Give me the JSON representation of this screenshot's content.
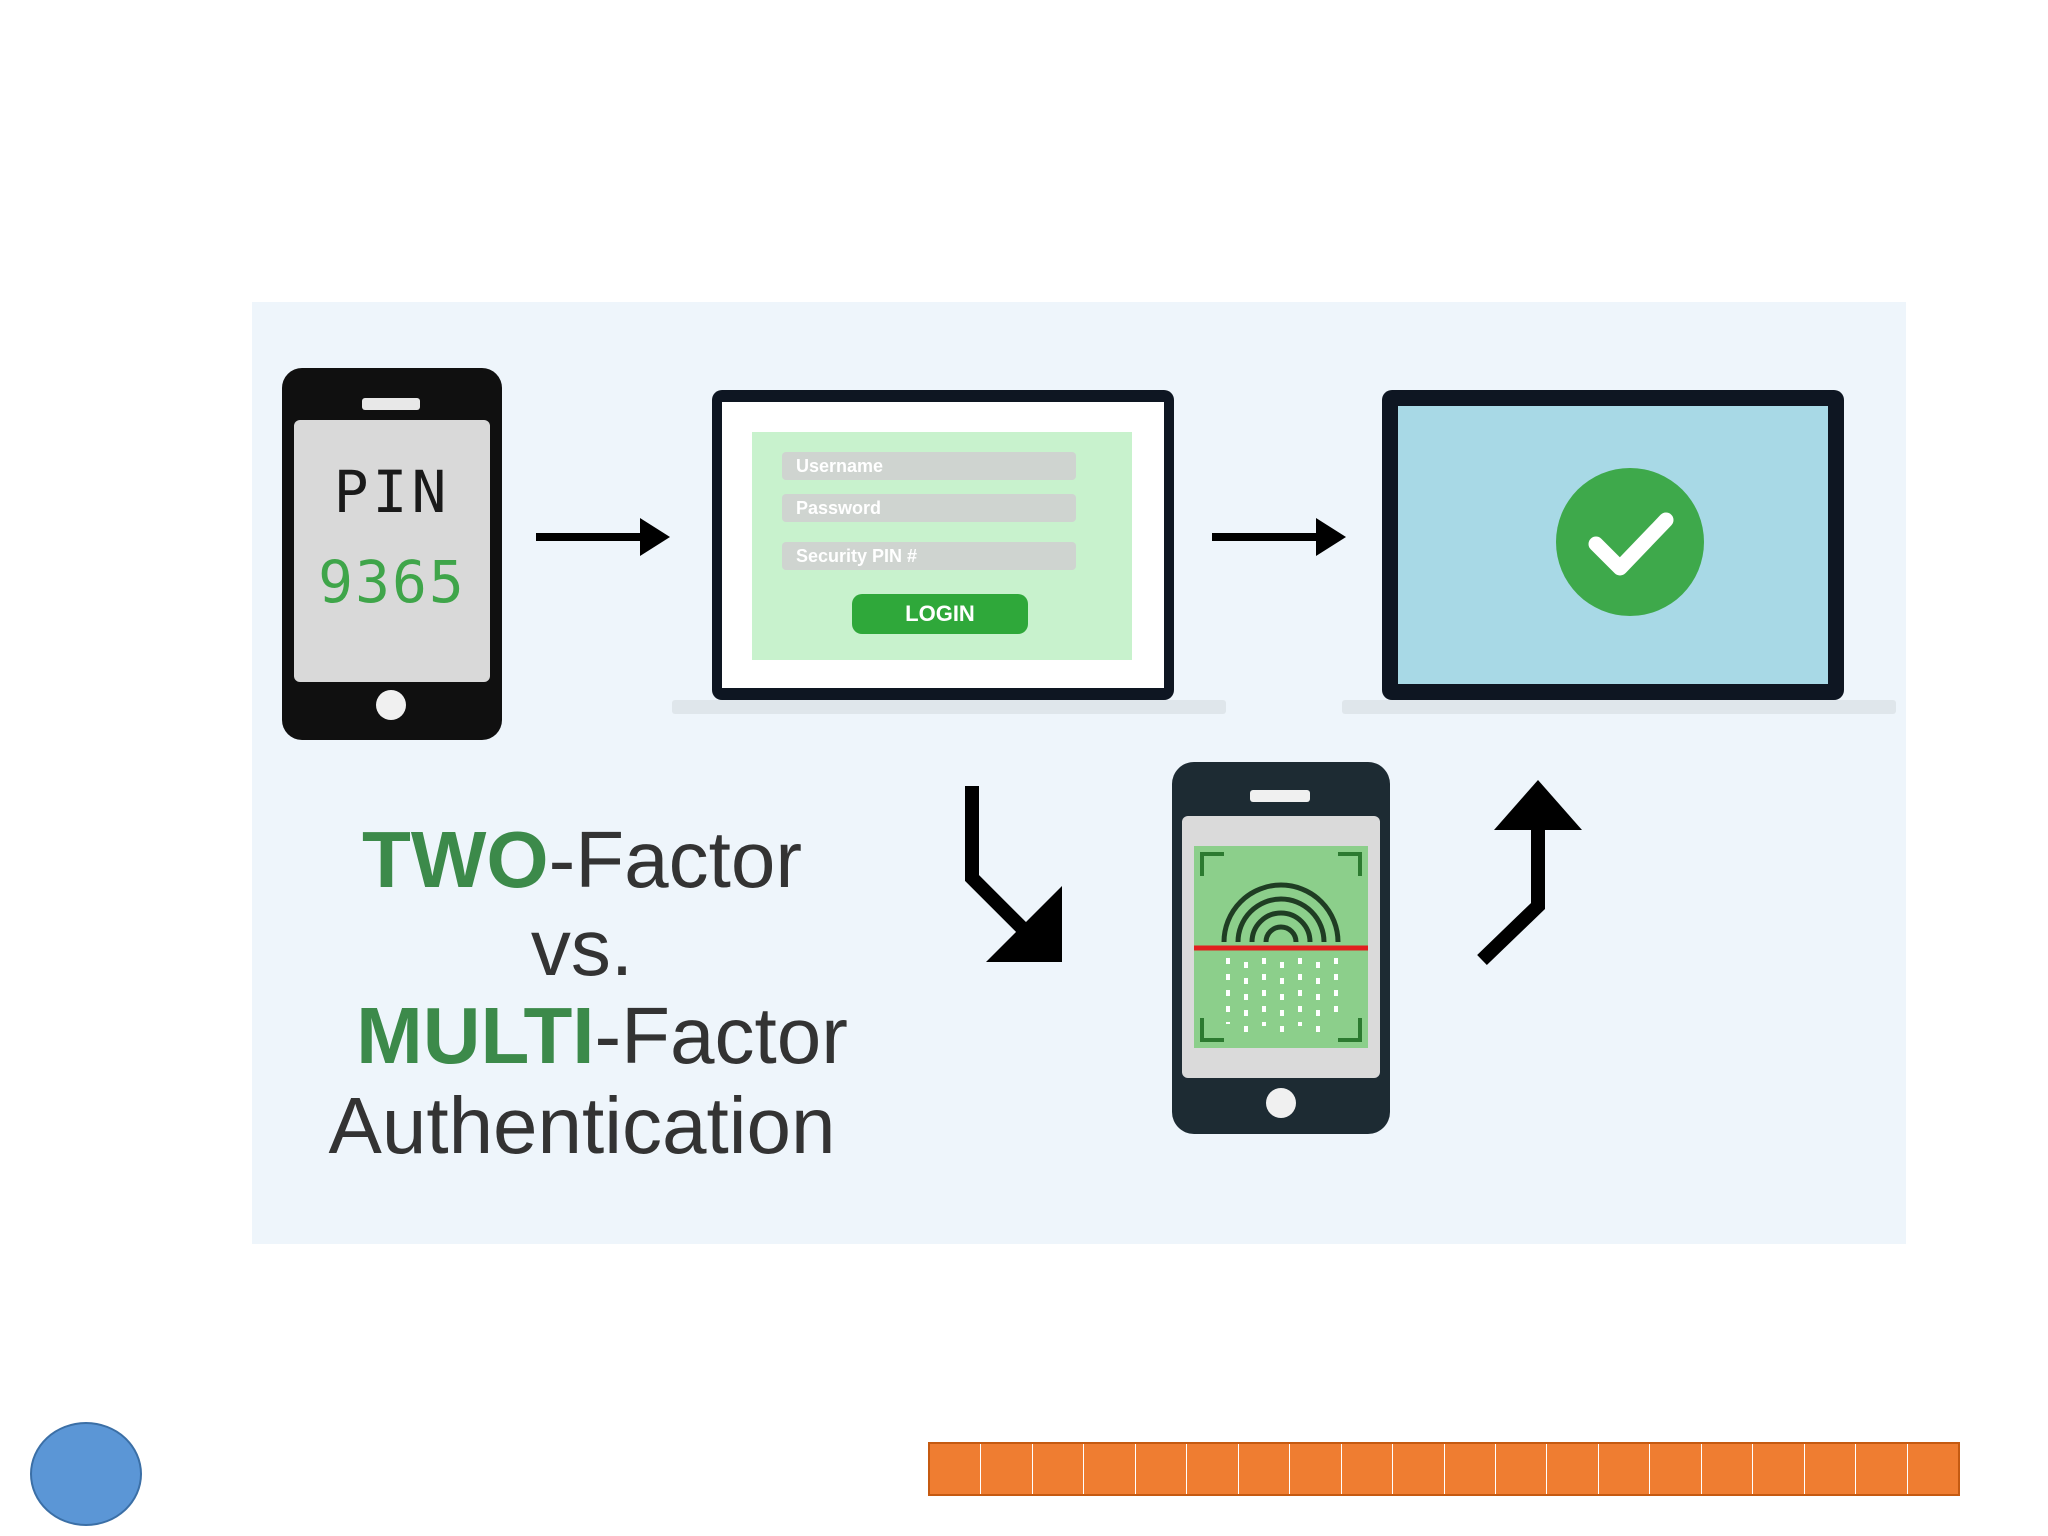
{
  "illustration": {
    "pin_label": "PIN",
    "pin_code": "9365",
    "login_form": {
      "username_placeholder": "Username",
      "password_placeholder": "Password",
      "security_pin_placeholder": "Security PIN #",
      "login_button": "LOGIN"
    },
    "title": {
      "line1_strong": "TWO",
      "line1_rest": "-Factor",
      "line2": "vs.",
      "line3_strong": "MULTI",
      "line3_rest": "-Factor",
      "line4": "Authentication"
    },
    "colors": {
      "background": "#eef5fb",
      "accent_green": "#3ea94b",
      "title_green": "#3c8a4a",
      "success_screen": "#a8d9e6"
    },
    "icons": [
      "phone-icon",
      "laptop-icon",
      "checkmark-icon",
      "fingerprint-icon",
      "arrow-right-icon",
      "arrow-down-right-icon",
      "arrow-up-icon"
    ]
  },
  "decor": {
    "circle_color": "#5b96d6",
    "bar_color": "#ef7d31",
    "bar_segments": 20
  }
}
